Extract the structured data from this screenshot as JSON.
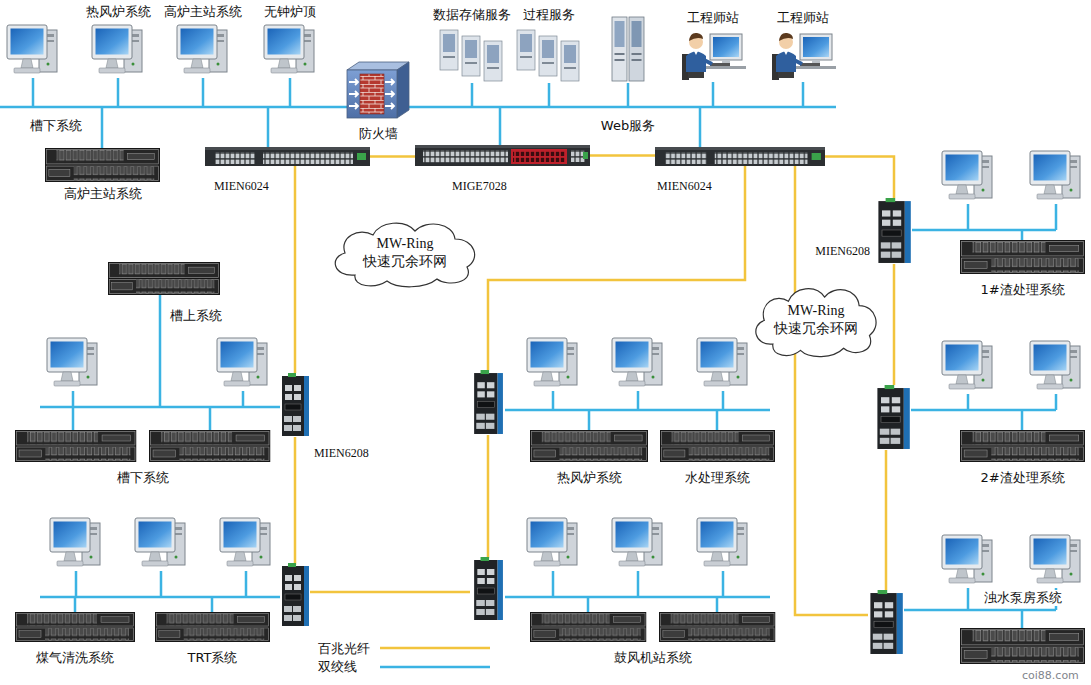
{
  "diagram": {
    "nodes": [
      {
        "text": [
          "热风炉系统"
        ]
      },
      {
        "text": [
          "高炉主站系统"
        ]
      },
      {
        "text": [
          "无钟炉顶"
        ]
      },
      {
        "text": [
          "数据存储服务"
        ]
      },
      {
        "text": [
          "过程服务"
        ]
      },
      {
        "text": [
          "工程师站"
        ]
      },
      {
        "text": [
          "工程师站"
        ]
      },
      {
        "text": [
          "防火墙"
        ]
      },
      {
        "text": [
          "Web服务"
        ]
      },
      {
        "text": [
          "高炉主站系统"
        ]
      },
      {
        "text": [
          "MIEN6024"
        ]
      },
      {
        "text": [
          "MIGE7028"
        ]
      },
      {
        "text": [
          "MIEN6024"
        ]
      },
      {
        "text": [
          "MW-Ring 快速冗余环网"
        ]
      },
      {
        "text": [
          "MIEN6208"
        ]
      },
      {
        "text": [
          "1#渣处理系统"
        ]
      },
      {
        "text": [
          "槽上系统"
        ]
      },
      {
        "text": [
          "MW-Ring 快速冗余环网"
        ]
      },
      {
        "text": [
          "MIEN6208"
        ]
      },
      {
        "text": [
          "槽下系统"
        ]
      },
      {
        "text": [
          "热风炉系统"
        ]
      },
      {
        "text": [
          "水处理系统"
        ]
      },
      {
        "text": [
          "2#渣处理系统"
        ]
      },
      {
        "text": [
          "煤气清洗系统"
        ]
      },
      {
        "text": [
          "TRT系统"
        ]
      },
      {
        "text": [
          "鼓风机站系统"
        ]
      },
      {
        "text": [
          "浊水泵房系统"
        ]
      }
    ],
    "edges": [
      {
        "from": 10,
        "to": 11,
        "arrow": "none"
      },
      {
        "from": 11,
        "to": 12,
        "arrow": "none"
      },
      {
        "from": 10,
        "to": 18,
        "arrow": "none"
      },
      {
        "from": 12,
        "to": 14,
        "arrow": "none"
      }
    ],
    "labels": [
      "槽下系统",
      "coi88.com"
    ],
    "legend": [
      {
        "text": "百兆光纤"
      },
      {
        "text": "双绞线"
      }
    ]
  }
}
